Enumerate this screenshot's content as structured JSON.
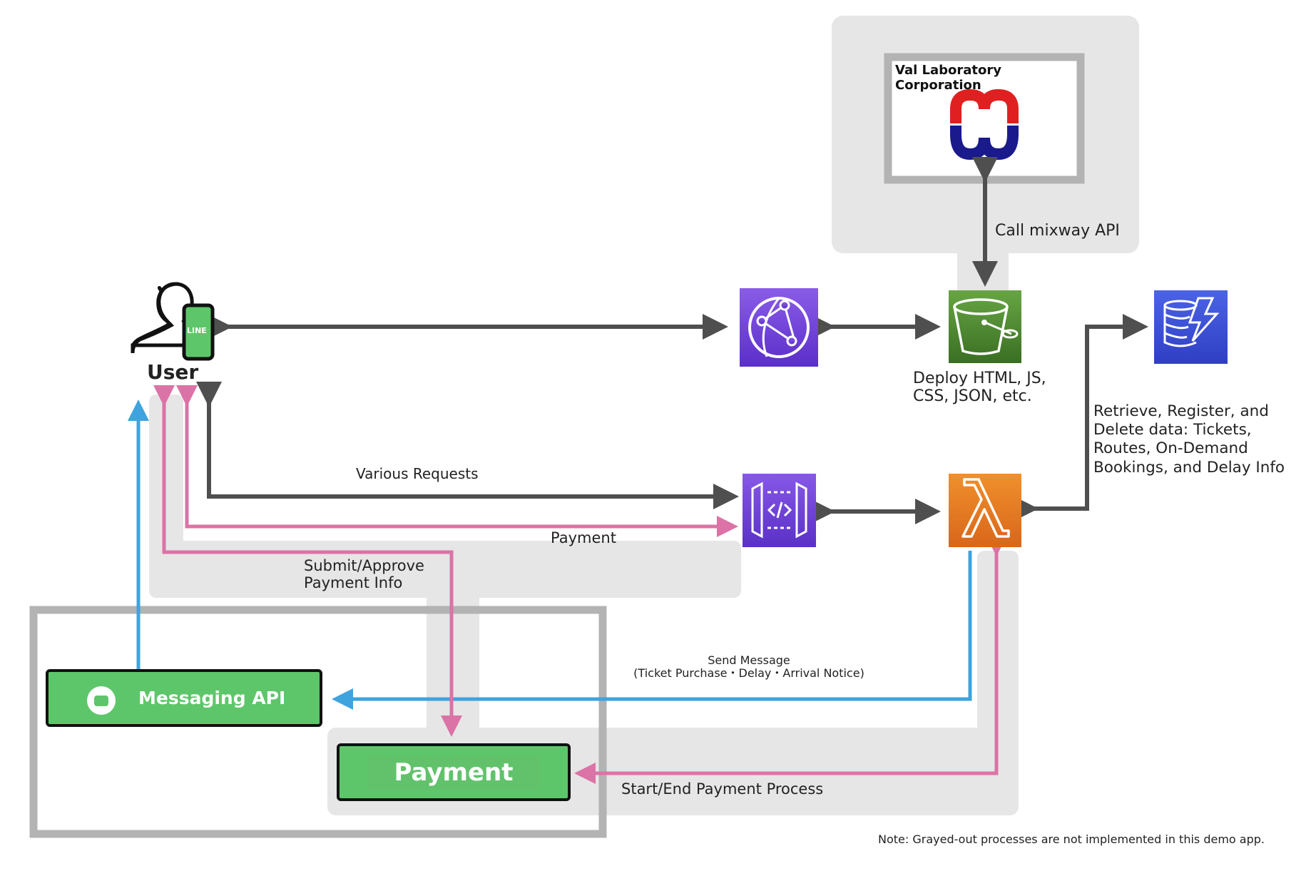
{
  "title": "LINE Mini App Architecture (Demo)",
  "colors": {
    "gray_area": "#e6e6e6",
    "gray_frame": "#b3b3b3",
    "arrow_dark": "#4f4f4f",
    "arrow_blue": "#3fa3de",
    "arrow_pink": "#db73a6",
    "line_green": "#5ec66a",
    "cloudfront_purple": "#7b4ce0",
    "s3_green": "#4f8f33",
    "apigw_purple": "#7646dd",
    "lambda_orange": "#e87a1f",
    "dynamodb_blue": "#3a4fd8"
  },
  "nodes": {
    "user": {
      "label": "User",
      "badge": "LINE",
      "icon": "user-with-phone-icon"
    },
    "vendor": {
      "name": "Val Laboratory\nCorporation",
      "icon": "mixway-logo-icon"
    },
    "cloudfront": {
      "icon": "cloudfront-icon"
    },
    "s3": {
      "icon": "s3-bucket-icon"
    },
    "dynamodb": {
      "icon": "dynamodb-icon"
    },
    "api_gateway": {
      "icon": "api-gateway-icon"
    },
    "lambda": {
      "icon": "lambda-icon"
    },
    "messaging_api": {
      "label": "Messaging API",
      "icon": "chat-bubble-icon"
    },
    "payment": {
      "label": "Payment"
    }
  },
  "labels": {
    "call_api": "Call mixway API",
    "deploy": "Deploy HTML, JS,\nCSS, JSON, etc.",
    "dynamo_ops": "Retrieve, Register, and\nDelete data: Tickets,\nRoutes, On-Demand\nBookings, and Delay Info",
    "various_requests": "Various Requests",
    "payment_flow": "Payment",
    "submit_approve": "Submit/Approve\nPayment Info",
    "send_message": "Send Message\n(Ticket Purchase・Delay・Arrival Notice)",
    "start_end_payment": "Start/End Payment Process",
    "note": "Note: Grayed-out processes are not implemented in this demo app."
  }
}
